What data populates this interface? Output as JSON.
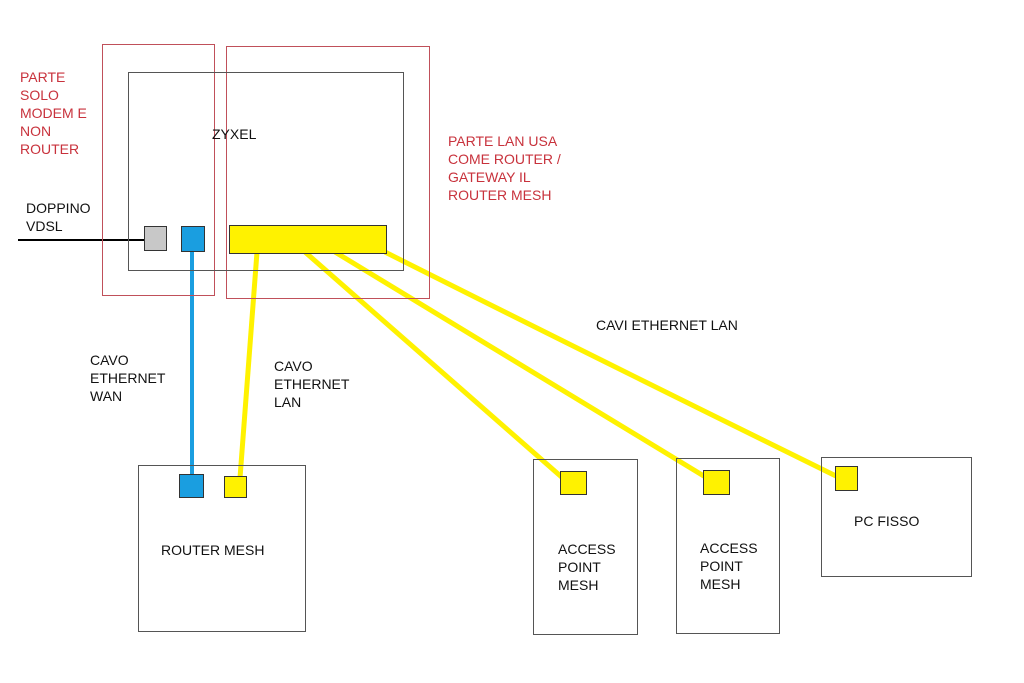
{
  "colors": {
    "wan_cable": "#1a9ee0",
    "lan_cable": "#fff200",
    "dsl_cable": "#000000",
    "dsl_port": "#c8c8c8",
    "annotation_red": "#c8323c"
  },
  "labels": {
    "modem_part": "PARTE\nSOLO\nMODEM E\nNON\nROUTER",
    "lan_part": "PARTE LAN USA\nCOME ROUTER /\nGATEWAY IL\nROUTER MESH",
    "zyxel": "ZYXEL",
    "doppino": "DOPPINO\nVDSL",
    "cavo_wan": "CAVO\nETHERNET\nWAN",
    "cavo_lan": "CAVO\nETHERNET\nLAN",
    "cavi_lan": "CAVI ETHERNET LAN"
  },
  "devices": {
    "router_mesh": "ROUTER MESH",
    "ap1": "ACCESS\nPOINT\nMESH",
    "ap2": "ACCESS\nPOINT\nMESH",
    "pc": "PC FISSO"
  }
}
